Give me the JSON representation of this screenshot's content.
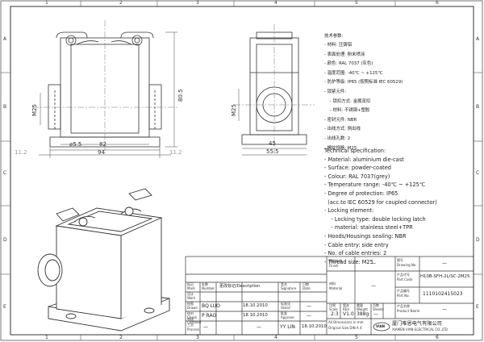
{
  "border": {
    "cols_top": [
      "1",
      "2",
      "3",
      "4",
      "5",
      "6"
    ],
    "cols_bottom": [
      "1",
      "2",
      "3",
      "4",
      "5",
      "6"
    ],
    "rows_left": [
      "A",
      "B",
      "C",
      "D",
      "E"
    ],
    "rows_right": [
      "A",
      "B",
      "C",
      "D",
      "E"
    ]
  },
  "dims": {
    "left_m25": "M25",
    "left_82": "82",
    "left_94": "94",
    "left_d55": "⌀5.5",
    "left_805": "80.5",
    "left_112a": "11.2",
    "left_112b": "11.2",
    "side_m25": "M25",
    "side_45": "45",
    "side_555": "55.5"
  },
  "spec_cn": {
    "title": "技术参数:",
    "lines": [
      "- 材料: 压铸铝",
      "- 表面处理: 粉末喷涂",
      "- 颜色: RAL 7037 (灰色)",
      "- 温度范围: -40℃ ~ +125℃",
      "- 防护等级: IP65 (按照标准 IEC 60529)",
      "- 锁紧元件:",
      "    - 锁扣方式: 金属双扣",
      "    - 材料: 不锈钢+塑胶",
      "- 密封元件: NBR",
      "- 出线方式: 侧出线",
      "- 出线孔数: 2",
      "- 螺纹规格: M25"
    ]
  },
  "spec_en": {
    "title": "Technical specification:",
    "lines": [
      "- Material: aluminium die-cast",
      "- Surface: powder-coated",
      "- Colour: RAL 7037(grey)",
      "- Temperature range: -40℃ ~ +125℃",
      "- Degree of protection: IP65",
      "  (acc.to IEC 60529 for coupled connector)",
      "- Locking element:",
      "    - Locking type: double locking latch",
      "    - material: stainless steel+TPR",
      "- Hoods/Housings sealing: NBR",
      "- Cable entry: side entry",
      "- No. of cable entries: 2",
      "- Thread size: M25"
    ]
  },
  "title_block": {
    "finish_cn": "表面处理",
    "finish_en": "Finish",
    "finish_val": "—",
    "drawing_no_cn": "图号",
    "drawing_no_en": "Drawing No.",
    "drawing_no_val": "—",
    "material_cn": "材料",
    "material_en": "Material",
    "material_val": "—",
    "part_code_cn": "产品代号",
    "part_code_en": "Part Code",
    "part_code_val": "H10B-SFH-2L/SC-2M25",
    "part_no_cn": "产品编号",
    "part_no_en": "Part No.",
    "part_no_val": "1110102415023",
    "scale_cn": "比例",
    "scale_en": "Scale",
    "scale_val": "2:3",
    "rev_cn": "版本",
    "rev_en": "REV.",
    "rev_val": "V1.0",
    "weight_cn": "重量",
    "weight_en": "Weight",
    "weight_val": "388g",
    "sheets_cn": "页数",
    "sheets_en": "Sheets",
    "sheets_val": "—",
    "product_name_cn": "产品名称",
    "product_name_en": "Product Name",
    "product_name_val": "—",
    "col_mark_cn": "标记",
    "col_mark_en": "Mark",
    "col_number_cn": "处数",
    "col_number_en": "Number",
    "col_desc_cn": "更改标记",
    "col_desc_en": "Description",
    "col_sig_cn": "签名",
    "col_sig_en": "Signature",
    "col_date_cn": "日期",
    "col_date_en": "Date",
    "work_cn": "设计",
    "work_en": "Work",
    "check_cn": "校对",
    "check_en": "Check",
    "stand_cn": "标准化",
    "stand_en": "Stand",
    "drawn_cn": "绘图",
    "drawn_en": "Drawn",
    "checked_cn": "审核",
    "checked_en": "Checked",
    "process_cn": "工艺",
    "process_en": "Process",
    "approve_cn": "批准",
    "approve_en": "Approve",
    "drawn_name": "BQ LUO",
    "drawn_date": "18.10.2010",
    "checked_name": "P RAO",
    "checked_date": "18.10.2010",
    "approve_name": "YY LIN",
    "approve_date": "18.10.2010",
    "dash": "—",
    "units_line1": "All Dimensions in mm",
    "units_line2": "Original Size DIN A 4",
    "company_cn": "厦门唯恩电气有限公司",
    "company_en": "XIAMEN VIAN ELECTRICAL CO.,LTD",
    "logo_text": "VIAN"
  }
}
